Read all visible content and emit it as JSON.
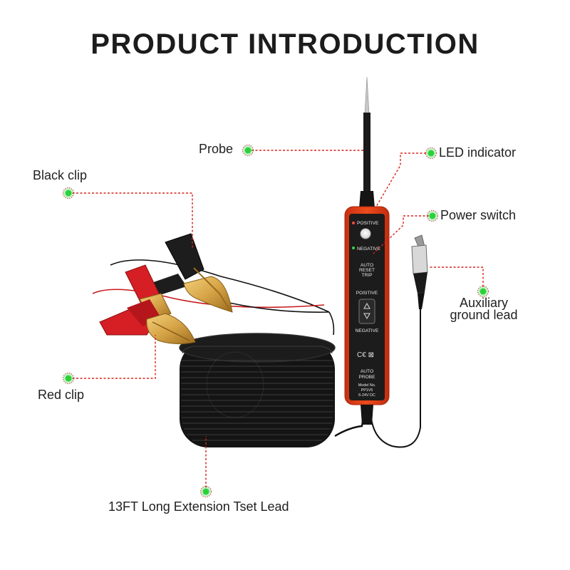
{
  "title": "PRODUCT INTRODUCTION",
  "callouts": {
    "probe": "Probe",
    "led_indicator": "LED indicator",
    "black_clip": "Black clip",
    "power_switch": "Power switch",
    "auxiliary_ground_lead": [
      "Auxiliary",
      "ground lead"
    ],
    "red_clip": "Red clip",
    "extension_lead": "13FT Long Extension Tset Lead"
  },
  "device": {
    "positive_top": "POSITIVE",
    "negative_top": "NEGATIVE",
    "auto_reset": [
      "AUTO",
      "RESET",
      "TRIP"
    ],
    "positive_switch": "POSITIVE",
    "negative_switch": "NEGATIVE",
    "auto_probe": [
      "AUTO",
      "PROBE"
    ],
    "model": [
      "Model No.",
      "PP1V5",
      "6-24V DC"
    ]
  },
  "colors": {
    "dot": "#2bd13a",
    "leader": "#d7241b",
    "body": "#e63b14",
    "black_clip": "#1d1d1d",
    "red_clip": "#d51f24",
    "brass": "#d6a447"
  }
}
